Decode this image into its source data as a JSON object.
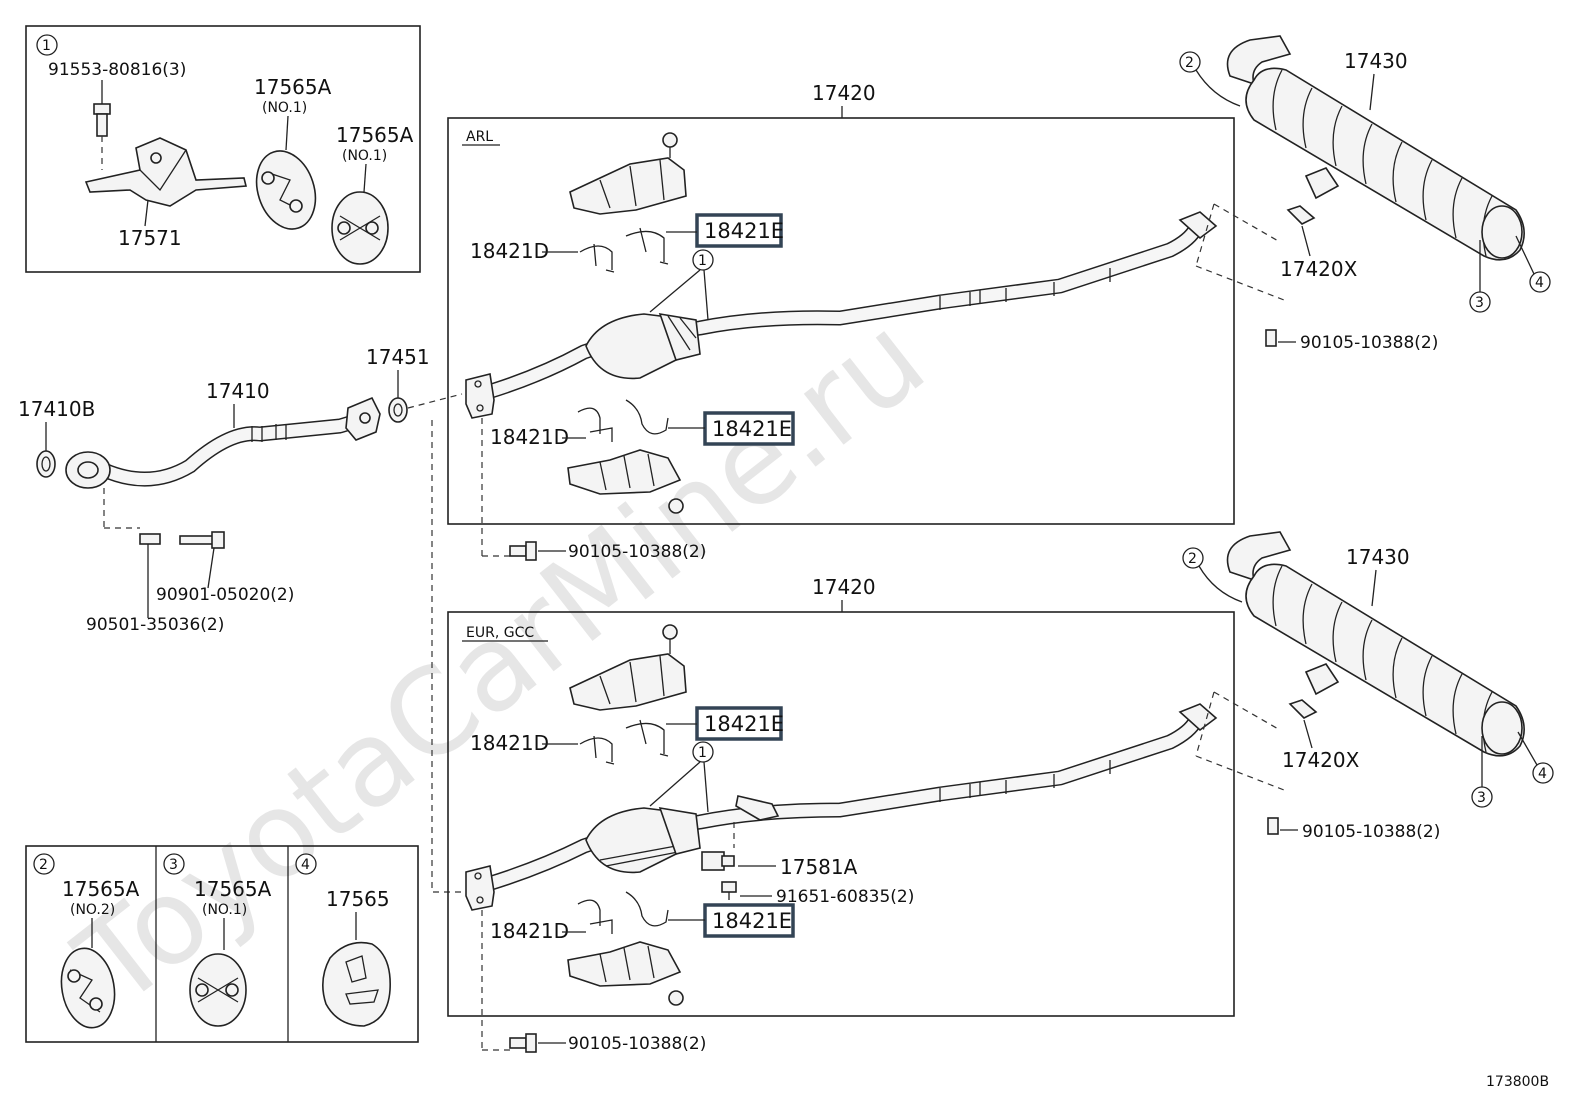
{
  "watermark": "ToyotaCarMine.ru",
  "diagram_code": "173800B",
  "panels": {
    "arl_label": "ARL",
    "eur_label": "EUR, GCC"
  },
  "callouts": [
    "1",
    "2",
    "3",
    "4"
  ],
  "labels": {
    "bolt_91553": "91553-80816(3)",
    "p17565A_top": "17565A",
    "no1_top": "(NO.1)",
    "p17565A_top2": "17565A",
    "no1_top2": "(NO.1)",
    "p17571": "17571",
    "p17420_top": "17420",
    "p17420_bot": "17420",
    "p17430_top": "17430",
    "p17430_bot": "17430",
    "p17420X_top": "17420X",
    "p17420X_bot": "17420X",
    "bolt_90105_tr": "90105-10388(2)",
    "bolt_90105_br": "90105-10388(2)",
    "bolt_90105_mid": "90105-10388(2)",
    "bolt_90105_bot": "90105-10388(2)",
    "p17451": "17451",
    "p17410": "17410",
    "p17410B": "17410B",
    "stud_90901": "90901-05020(2)",
    "stud_90501": "90501-35036(2)",
    "p18421D_1": "18421D",
    "p18421D_2": "18421D",
    "p18421D_3": "18421D",
    "p18421D_4": "18421D",
    "p18421E_1": "18421E",
    "p18421E_2": "18421E",
    "p18421E_3": "18421E",
    "p18421E_4": "18421E",
    "p17581A": "17581A",
    "bolt_91651": "91651-60835(2)",
    "leg2_part": "17565A",
    "leg2_no": "(NO.2)",
    "leg3_part": "17565A",
    "leg3_no": "(NO.1)",
    "leg4_part": "17565"
  }
}
